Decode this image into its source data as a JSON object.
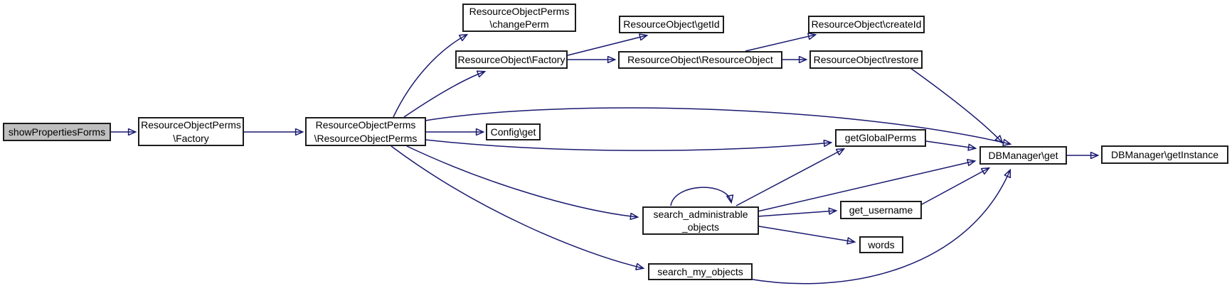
{
  "diagram": {
    "type": "doxygen-call-graph",
    "colors": {
      "edge": "#191970",
      "node_border": "#1c1c1c",
      "node_fill": "#ffffff",
      "highlight_fill": "#bfbfbf",
      "background": "#ffffff"
    },
    "nodes": [
      {
        "id": "show-properties-forms",
        "label": "showPropertiesForms",
        "highlighted": true
      },
      {
        "id": "rop-factory",
        "label": "ResourceObjectPerms\n\\Factory"
      },
      {
        "id": "rop-resourceobjectperms",
        "label": "ResourceObjectPerms\n\\ResourceObjectPerms"
      },
      {
        "id": "rop-changeperm",
        "label": "ResourceObjectPerms\n\\changePerm"
      },
      {
        "id": "ro-factory",
        "label": "ResourceObject\\Factory"
      },
      {
        "id": "ro-getid",
        "label": "ResourceObject\\getId"
      },
      {
        "id": "ro-resourceobject",
        "label": "ResourceObject\\ResourceObject"
      },
      {
        "id": "ro-createid",
        "label": "ResourceObject\\createId"
      },
      {
        "id": "ro-restore",
        "label": "ResourceObject\\restore"
      },
      {
        "id": "config-get",
        "label": "Config\\get"
      },
      {
        "id": "get-global-perms",
        "label": "getGlobalPerms"
      },
      {
        "id": "search-administrable-objects",
        "label": "search_administrable\n_objects"
      },
      {
        "id": "get-username",
        "label": "get_username"
      },
      {
        "id": "words",
        "label": "words"
      },
      {
        "id": "search-my-objects",
        "label": "search_my_objects"
      },
      {
        "id": "dbmanager-get",
        "label": "DBManager\\get"
      },
      {
        "id": "dbmanager-getinstance",
        "label": "DBManager\\getInstance"
      }
    ],
    "edges": [
      {
        "from": "show-properties-forms",
        "to": "rop-factory"
      },
      {
        "from": "rop-factory",
        "to": "rop-resourceobjectperms"
      },
      {
        "from": "rop-resourceobjectperms",
        "to": "rop-changeperm"
      },
      {
        "from": "rop-resourceobjectperms",
        "to": "ro-factory"
      },
      {
        "from": "rop-resourceobjectperms",
        "to": "config-get"
      },
      {
        "from": "rop-resourceobjectperms",
        "to": "dbmanager-get"
      },
      {
        "from": "rop-resourceobjectperms",
        "to": "get-global-perms"
      },
      {
        "from": "rop-resourceobjectperms",
        "to": "search-administrable-objects"
      },
      {
        "from": "rop-resourceobjectperms",
        "to": "search-my-objects"
      },
      {
        "from": "ro-factory",
        "to": "ro-getid"
      },
      {
        "from": "ro-factory",
        "to": "ro-resourceobject"
      },
      {
        "from": "ro-resourceobject",
        "to": "ro-createid"
      },
      {
        "from": "ro-resourceobject",
        "to": "ro-restore"
      },
      {
        "from": "ro-restore",
        "to": "dbmanager-get"
      },
      {
        "from": "get-global-perms",
        "to": "dbmanager-get"
      },
      {
        "from": "search-administrable-objects",
        "to": "search-administrable-objects"
      },
      {
        "from": "search-administrable-objects",
        "to": "get-global-perms"
      },
      {
        "from": "search-administrable-objects",
        "to": "get-username"
      },
      {
        "from": "search-administrable-objects",
        "to": "words"
      },
      {
        "from": "search-administrable-objects",
        "to": "dbmanager-get"
      },
      {
        "from": "get-username",
        "to": "dbmanager-get"
      },
      {
        "from": "search-my-objects",
        "to": "dbmanager-get"
      },
      {
        "from": "dbmanager-get",
        "to": "dbmanager-getinstance"
      }
    ]
  }
}
